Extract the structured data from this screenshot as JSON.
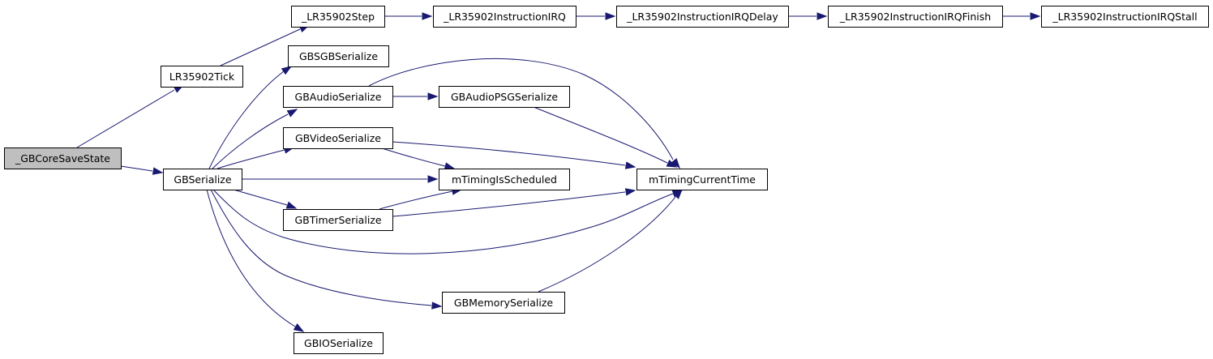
{
  "graph": {
    "edge_color": "#191970",
    "root_fill": "#bfbfbf",
    "nodes": [
      {
        "id": "root",
        "label": "_GBCoreSaveState",
        "root": true
      },
      {
        "id": "tick",
        "label": "LR35902Tick"
      },
      {
        "id": "ser",
        "label": "GBSerialize"
      },
      {
        "id": "step",
        "label": "_LR35902Step"
      },
      {
        "id": "irq",
        "label": "_LR35902InstructionIRQ"
      },
      {
        "id": "irqd",
        "label": "_LR35902InstructionIRQDelay"
      },
      {
        "id": "irqf",
        "label": "_LR35902InstructionIRQFinish"
      },
      {
        "id": "irqs",
        "label": "_LR35902InstructionIRQStall"
      },
      {
        "id": "sgb",
        "label": "GBSGBSerialize"
      },
      {
        "id": "audio",
        "label": "GBAudioSerialize"
      },
      {
        "id": "psg",
        "label": "GBAudioPSGSerialize"
      },
      {
        "id": "video",
        "label": "GBVideoSerialize"
      },
      {
        "id": "sched",
        "label": "mTimingIsScheduled"
      },
      {
        "id": "cur",
        "label": "mTimingCurrentTime"
      },
      {
        "id": "timer",
        "label": "GBTimerSerialize"
      },
      {
        "id": "mem",
        "label": "GBMemorySerialize"
      },
      {
        "id": "io",
        "label": "GBIOSerialize"
      }
    ],
    "edges": [
      {
        "from": "root",
        "to": "tick"
      },
      {
        "from": "root",
        "to": "ser"
      },
      {
        "from": "tick",
        "to": "step"
      },
      {
        "from": "step",
        "to": "irq"
      },
      {
        "from": "irq",
        "to": "irqd"
      },
      {
        "from": "irqd",
        "to": "irqf"
      },
      {
        "from": "irqf",
        "to": "irqs"
      },
      {
        "from": "ser",
        "to": "sgb"
      },
      {
        "from": "ser",
        "to": "audio"
      },
      {
        "from": "ser",
        "to": "video"
      },
      {
        "from": "ser",
        "to": "sched"
      },
      {
        "from": "ser",
        "to": "timer"
      },
      {
        "from": "ser",
        "to": "cur"
      },
      {
        "from": "ser",
        "to": "mem"
      },
      {
        "from": "ser",
        "to": "io"
      },
      {
        "from": "audio",
        "to": "psg"
      },
      {
        "from": "audio",
        "to": "cur"
      },
      {
        "from": "psg",
        "to": "cur"
      },
      {
        "from": "video",
        "to": "sched"
      },
      {
        "from": "video",
        "to": "cur"
      },
      {
        "from": "timer",
        "to": "sched"
      },
      {
        "from": "timer",
        "to": "cur"
      },
      {
        "from": "mem",
        "to": "cur"
      }
    ]
  }
}
